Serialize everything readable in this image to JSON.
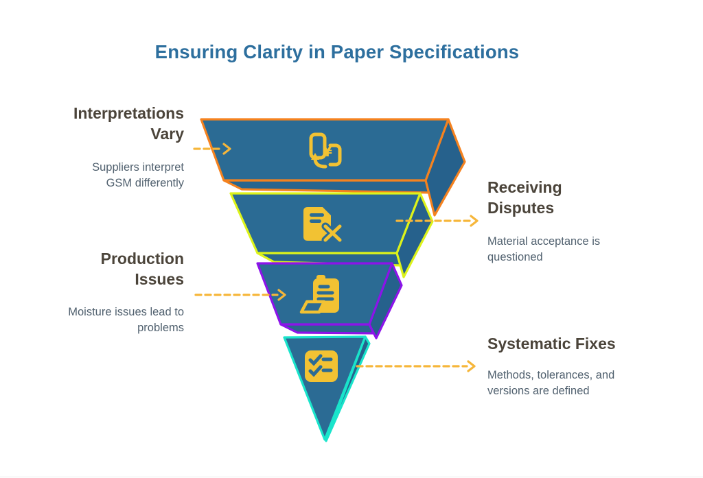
{
  "title": "Ensuring Clarity in Paper Specifications",
  "items": [
    {
      "heading": "Interpretations\nVary",
      "description": "Suppliers interpret\nGSM differently",
      "icon": "currency-exchange-icon",
      "side": "left",
      "accent": "#f5821f"
    },
    {
      "heading": "Receiving\nDisputes",
      "description": "Material acceptance is\nquestioned",
      "icon": "document-rejected-icon",
      "side": "right",
      "accent": "#ddf31a"
    },
    {
      "heading": "Production\nIssues",
      "description": "Moisture issues lead to\nproblems",
      "icon": "receipt-icon",
      "side": "left",
      "accent": "#8c13e9"
    },
    {
      "heading": "Systematic Fixes",
      "description": "Methods, tolerances, and\nversions are defined",
      "icon": "checklist-icon",
      "side": "right",
      "accent": "#1ae4cb"
    }
  ],
  "colors": {
    "title": "#2d6f9e",
    "heading": "#4b443a",
    "body": "#51616f",
    "funnel_front": "#2b6b94",
    "funnel_side": "#26618c",
    "icon": "#f2c233",
    "arrow": "#f6b63a",
    "seg1": "#f5821f",
    "seg2": "#ddf31a",
    "seg3": "#8c13e9",
    "seg4": "#1ae4cb"
  }
}
